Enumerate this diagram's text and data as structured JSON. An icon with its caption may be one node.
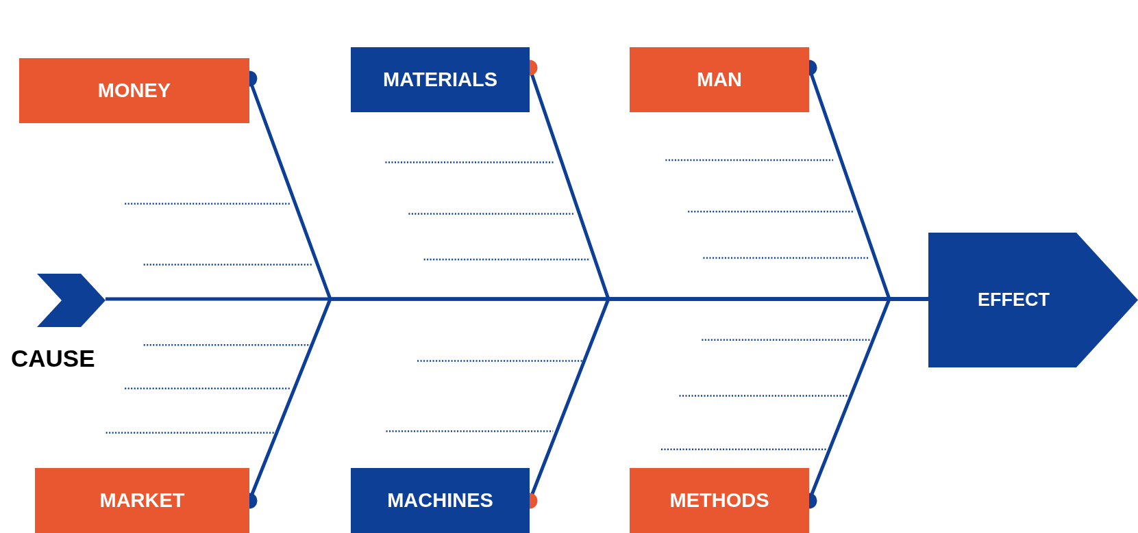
{
  "diagram": {
    "nodes": [
      {
        "text": [
          "MONEY"
        ]
      },
      {
        "text": [
          "MATERIALS"
        ]
      },
      {
        "text": [
          "MAN"
        ]
      },
      {
        "text": [
          "CAUSE"
        ]
      },
      {
        "text": [
          "EFFECT"
        ]
      },
      {
        "text": [
          "MARKET"
        ]
      },
      {
        "text": [
          "MACHINES"
        ]
      },
      {
        "text": [
          "METHODS"
        ]
      }
    ],
    "edges": [
      {
        "from": 0,
        "to": 4,
        "arrow": "other"
      },
      {
        "from": 1,
        "to": 4,
        "arrow": "other"
      },
      {
        "from": 2,
        "to": 4,
        "arrow": "other"
      },
      {
        "from": 3,
        "to": 4,
        "arrow": "none"
      },
      {
        "from": 5,
        "to": 4,
        "arrow": "other"
      },
      {
        "from": 6,
        "to": 4,
        "arrow": "other"
      },
      {
        "from": 7,
        "to": 4,
        "arrow": "other"
      }
    ]
  }
}
